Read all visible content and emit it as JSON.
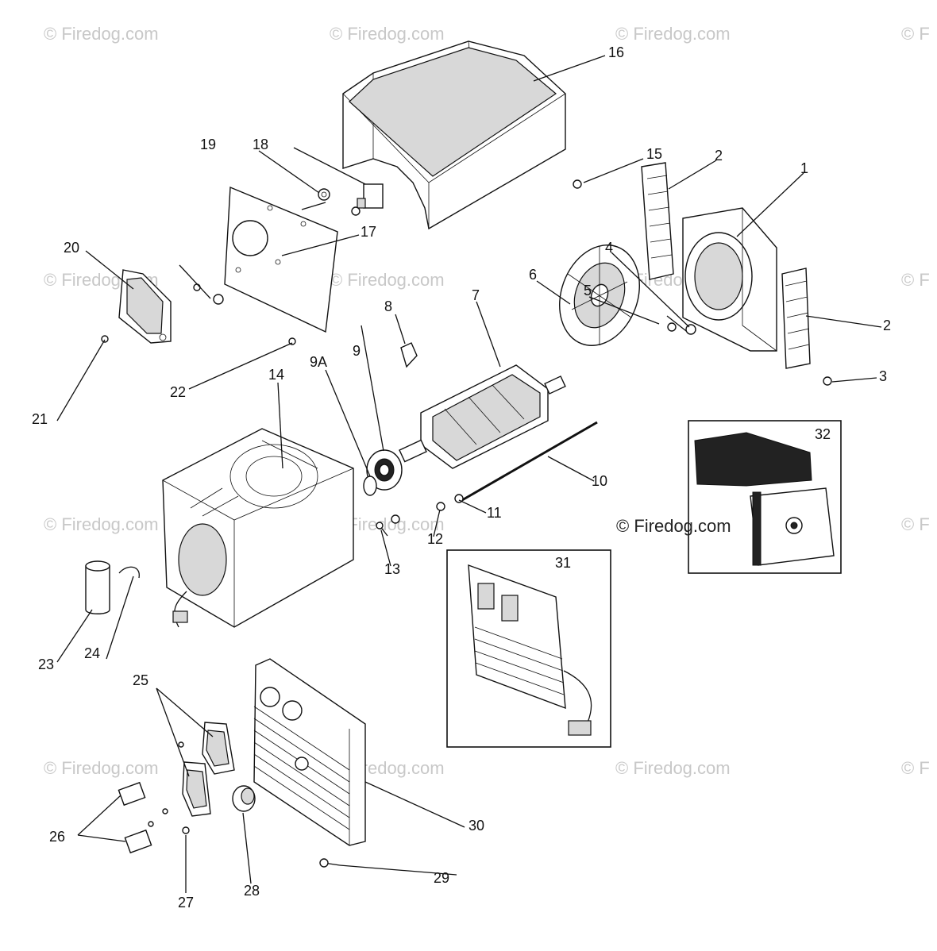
{
  "watermark_text": "© Firedog.com",
  "edge_watermark": "© F",
  "labels": {
    "p1": "1",
    "p2a": "2",
    "p2b": "2",
    "p3": "3",
    "p4": "4",
    "p5": "5",
    "p6": "6",
    "p7": "7",
    "p8": "8",
    "p9": "9",
    "p9a": "9A",
    "p10": "10",
    "p11": "11",
    "p12": "12",
    "p13": "13",
    "p14": "14",
    "p15": "15",
    "p16": "16",
    "p17": "17",
    "p18": "18",
    "p19": "19",
    "p20": "20",
    "p21": "21",
    "p22": "22",
    "p23": "23",
    "p24": "24",
    "p25": "25",
    "p26": "26",
    "p27": "27",
    "p28": "28",
    "p29": "29",
    "p30": "30",
    "p31": "31",
    "p32": "32"
  },
  "colors": {
    "line": "#111111",
    "watermark": "#c8c8c8",
    "fill_dark": "#222222"
  }
}
